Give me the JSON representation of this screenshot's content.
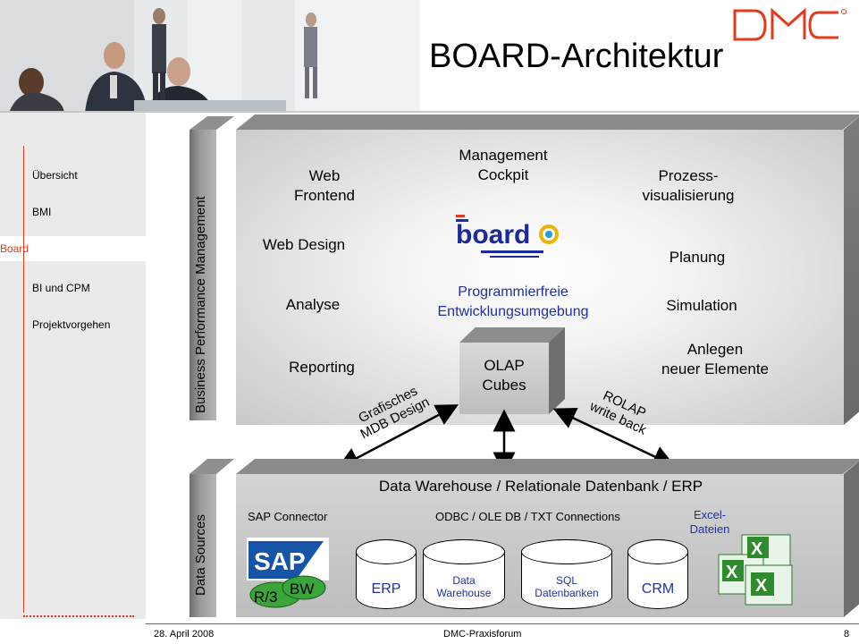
{
  "header": {
    "title": "BOARD-Architektur",
    "logo_text": "DMC"
  },
  "sidebar": {
    "items": [
      {
        "label": "Übersicht",
        "active": false
      },
      {
        "label": "BMI",
        "active": false
      },
      {
        "label": "Board",
        "active": true
      },
      {
        "label": "BI und CPM",
        "active": false
      },
      {
        "label": "Projektvorgehen",
        "active": false
      }
    ]
  },
  "diagram": {
    "top_tab": "Business Performance Management",
    "bottom_tab": "Data Sources",
    "top_box": {
      "management_cockpit": [
        "Management",
        "Cockpit"
      ],
      "web_frontend": [
        "Web",
        "Frontend"
      ],
      "prozess": [
        "Prozess-",
        "visualisierung"
      ],
      "web_design": "Web Design",
      "planung": "Planung",
      "analyse": "Analyse",
      "simulation": "Simulation",
      "reporting": "Reporting",
      "anlegen": [
        "Anlegen",
        "neuer Elemente"
      ],
      "programmierfreie": [
        "Programmierfreie",
        "Entwicklungsumgebung"
      ],
      "board_logo": "board",
      "olap": [
        "OLAP",
        "Cubes"
      ]
    },
    "arrows": {
      "left_label": [
        "Grafisches",
        "MDB Design"
      ],
      "right_label": [
        "ROLAP",
        "write back"
      ]
    },
    "bottom_box": {
      "title": "Data Warehouse / Relationale Datenbank / ERP",
      "sap_connector": "SAP Connector",
      "odbc": "ODBC / OLE DB / TXT Connections",
      "excel": [
        "Excel-",
        "Dateien"
      ],
      "sap_logo": "SAP",
      "r3": "R/3",
      "bw": "BW",
      "cylinders": [
        {
          "lines": [
            "ERP"
          ]
        },
        {
          "lines": [
            "Data",
            "Warehouse"
          ]
        },
        {
          "lines": [
            "SQL",
            "Datenbanken"
          ]
        },
        {
          "lines": [
            "CRM"
          ]
        }
      ]
    }
  },
  "footer": {
    "date": "28. April 2008",
    "event": "DMC-Praxisforum",
    "page": "8"
  },
  "colors": {
    "accent": "#e23a1c",
    "blue_text": "#1f2fa8",
    "sidebar_bg": "#eaeaea"
  }
}
